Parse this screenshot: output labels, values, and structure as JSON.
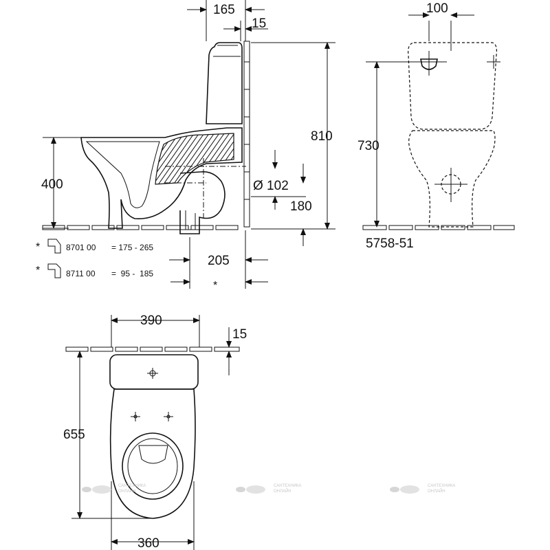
{
  "side_view": {
    "dim_tank_depth": "165",
    "dim_wall_gap": "15",
    "dim_total_height": "810",
    "dim_seat_height": "400",
    "dim_pipe_diameter": "Ø 102",
    "dim_outlet_height": "180",
    "dim_outlet_offset": "205",
    "footnote_star": "*"
  },
  "adapters": [
    {
      "star": "*",
      "code": "8701 00",
      "range": "= 175 - 265"
    },
    {
      "star": "*",
      "code": "8711 00",
      "range": "=  95 -  185"
    }
  ],
  "front_view": {
    "dim_inlet_offset": "100",
    "dim_tank_height": "730",
    "model_number": "5758-51"
  },
  "top_view": {
    "dim_width_top": "390",
    "dim_wall_gap": "15",
    "dim_length": "655",
    "dim_width_bottom": "360"
  },
  "watermark": {
    "line1": "САНТЕХНИКА",
    "line2": "ОНЛАЙН"
  }
}
